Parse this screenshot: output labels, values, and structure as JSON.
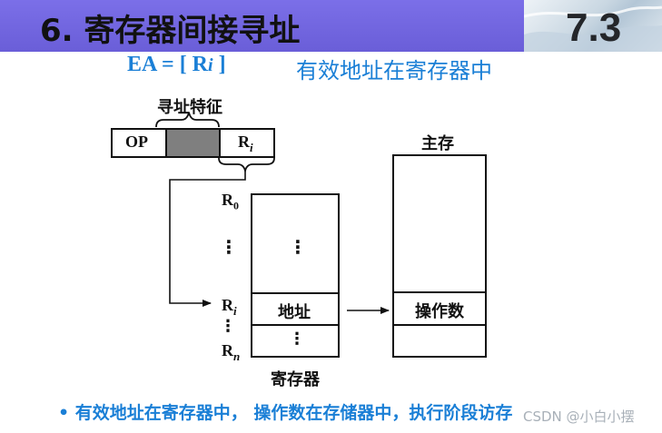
{
  "header": {
    "title": "6. 寄存器间接寻址",
    "section_badge": "7.3"
  },
  "formula": {
    "expr_prefix": "EA = [ R",
    "expr_sub": "i",
    "expr_suffix": " ]",
    "description": "有效地址在寄存器中"
  },
  "instruction": {
    "brace_label": "寻址特征",
    "op_label": "OP",
    "reg_label": "R",
    "reg_sub": "i"
  },
  "registers": {
    "r0_label": "R",
    "r0_sub": "0",
    "ri_label": "R",
    "ri_sub": "i",
    "rn_label": "R",
    "rn_sub": "n",
    "dots": "⋮",
    "address_cell": "地址",
    "caption": "寄存器"
  },
  "memory": {
    "title": "主存",
    "operand_cell": "操作数"
  },
  "bullet": {
    "mark": "•",
    "text": "有效地址在寄存器中， 操作数在存储器中，执行阶段访存"
  },
  "watermark": {
    "text": "CSDN @小白小摆"
  },
  "colors": {
    "accent_blue": "#1a7fd6",
    "title_bar": "#6a5ed8",
    "shaded_field": "#7f7f7f"
  }
}
